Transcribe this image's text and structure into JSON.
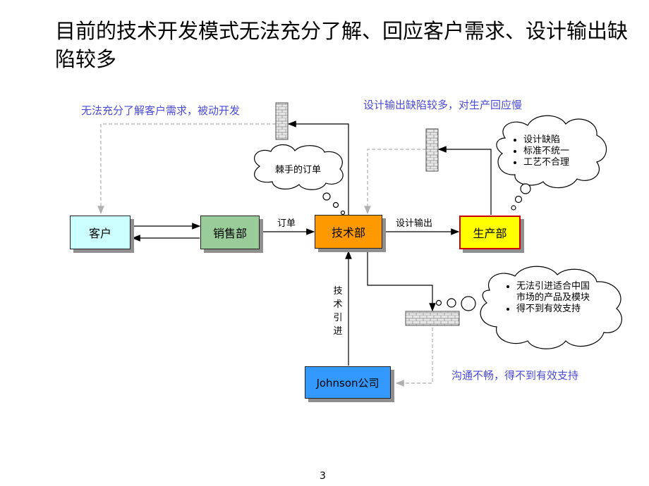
{
  "slide": {
    "title": "目前的技术开发模式无法充分了解、回应客户需求、设计输出缺陷较多",
    "page_number": "3"
  },
  "annotations": {
    "top_left": "无法充分了解客户需求，被动开发",
    "top_right": "设计输出缺陷较多，对生产回应慢",
    "bottom_right": "沟通不畅，得不到有效支持"
  },
  "boxes": {
    "customer": "客户",
    "sales": "销售部",
    "tech": "技术部",
    "production": "生产部",
    "johnson": "Johnson公司"
  },
  "flow_labels": {
    "order": "订单",
    "design_output": "设计输出",
    "tech_intro": "技术引进"
  },
  "clouds": {
    "tricky_orders": "棘手的订单",
    "production_issues": [
      "设计缺陷",
      "标准不统一",
      "工艺不合理"
    ],
    "tech_issues": [
      "无法引进适合中国市场的产品及模块",
      "得不到有效支持"
    ]
  },
  "colors": {
    "customer": "#ccffff",
    "sales": "#99cc99",
    "tech": "#ff9900",
    "production": "#ffff00",
    "production_border": "#cc0000",
    "johnson": "#3399ff",
    "annotation": "#4a4ad8"
  }
}
